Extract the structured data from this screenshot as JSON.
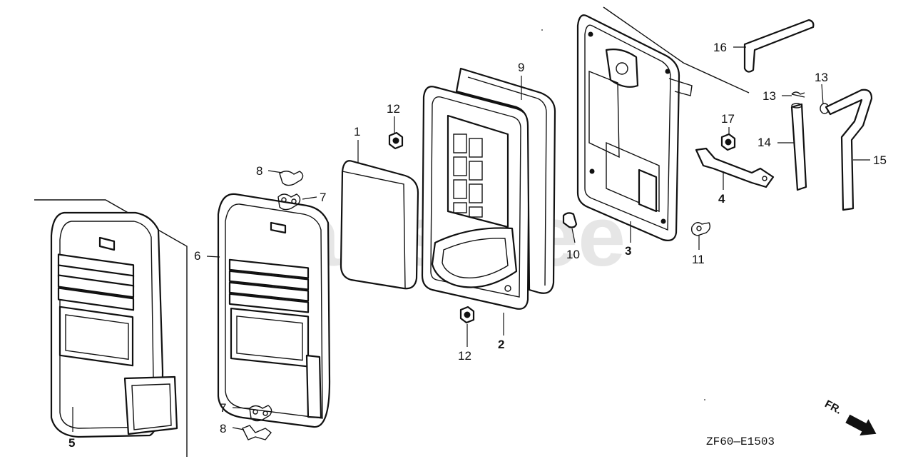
{
  "watermark": "PartsTree",
  "diagram_code": "ZF60—E1503",
  "front_label": "FR.",
  "callouts": {
    "p1": "1",
    "p2": "2",
    "p3": "3",
    "p4": "4",
    "p5": "5",
    "p6": "6",
    "p7a": "7",
    "p7b": "7",
    "p8a": "8",
    "p8b": "8",
    "p9": "9",
    "p10": "10",
    "p11": "11",
    "p12a": "12",
    "p12b": "12",
    "p13a": "13",
    "p13b": "13",
    "p14": "14",
    "p15": "15",
    "p16": "16",
    "p17": "17"
  }
}
